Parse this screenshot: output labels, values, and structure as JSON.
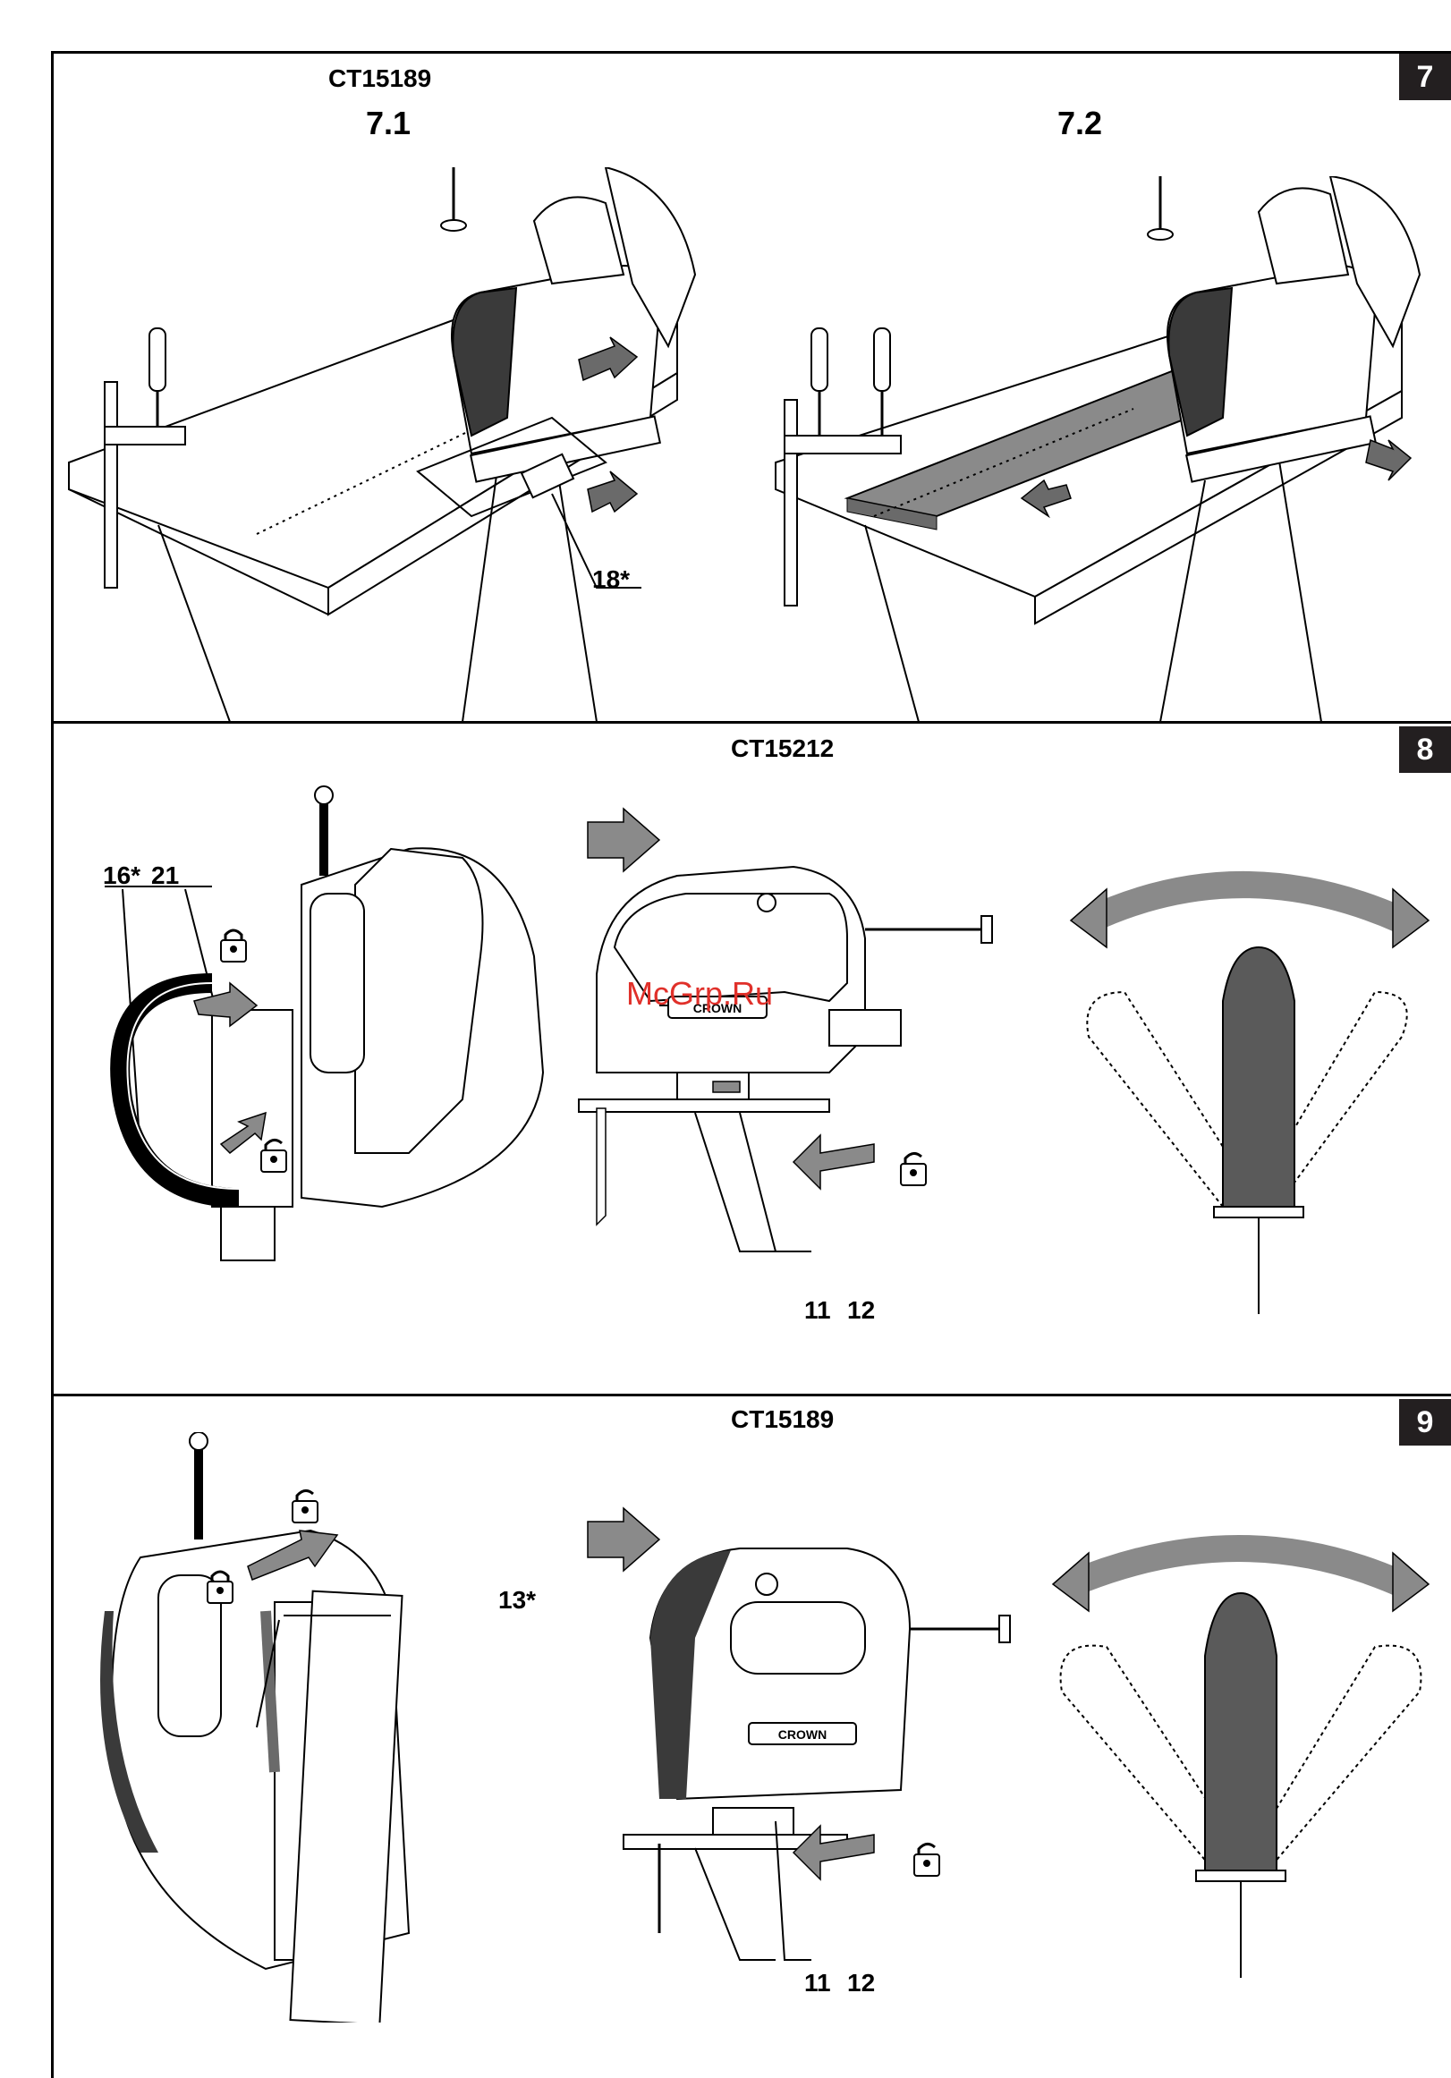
{
  "watermark": "McGrp.Ru",
  "sections": [
    {
      "badge": "7",
      "model": "CT15189",
      "panels": [
        "7.1",
        "7.2"
      ],
      "callouts": [
        "18*"
      ]
    },
    {
      "badge": "8",
      "model": "CT15212",
      "callouts": [
        "16*",
        "21",
        "11",
        "12"
      ],
      "brand": "CROWN"
    },
    {
      "badge": "9",
      "model": "CT15189",
      "callouts": [
        "13*",
        "11",
        "12"
      ],
      "brand": "CROWN"
    }
  ],
  "icons": {
    "lock": "padlock-closed-icon",
    "unlock": "padlock-open-icon",
    "arrow": "push-arrow-icon",
    "swing": "double-arrow-icon"
  }
}
